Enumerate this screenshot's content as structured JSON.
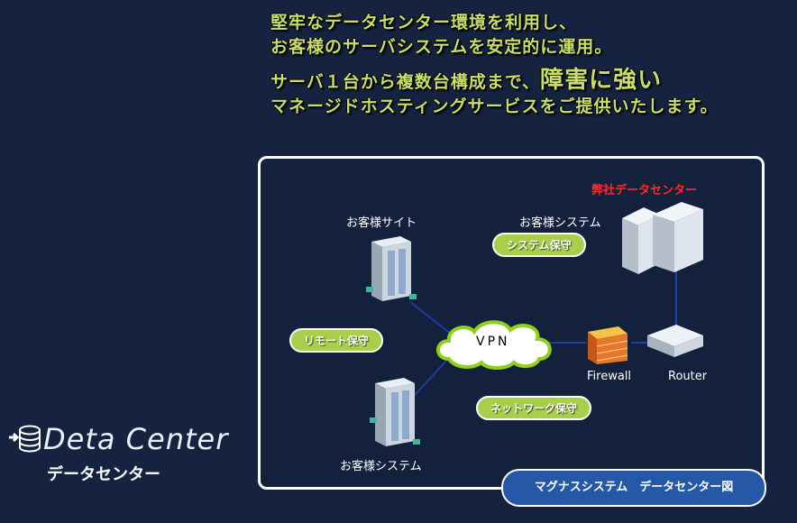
{
  "headline": {
    "line1": "堅牢なデータセンター環境を利用し、",
    "line2": "お客様のサーバシステムを安定的に運用。",
    "line3_before": "サーバ１台から複数台構成まで、",
    "line3_emph": "障害に強い",
    "line4": "マネージドホスティングサービスをご提供いたします。"
  },
  "logo": {
    "title": "Deta Center",
    "subtitle": "データセンター"
  },
  "diagram": {
    "datacenter_label": "弊社データセンター",
    "customer_site": "お客様サイト",
    "customer_system_top": "お客様システム",
    "customer_system_bottom": "お客様システム",
    "vpn": "VPN",
    "firewall": "Firewall",
    "router": "Router",
    "pill_system": "システム保守",
    "pill_remote": "リモート保守",
    "pill_network": "ネットワーク保守",
    "caption": "マグナスシステム　データセンター図"
  },
  "colors": {
    "background": "#152340",
    "headline": "#c9de6a",
    "pill": "#a9cf4a",
    "caption": "#2658a8",
    "accent_red": "#ff2a2a"
  }
}
